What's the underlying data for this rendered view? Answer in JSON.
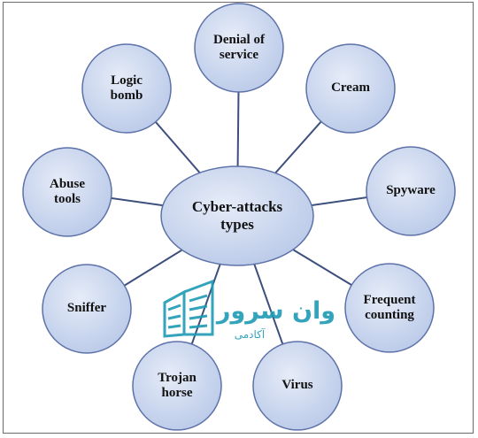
{
  "diagram": {
    "center": {
      "label": "Cyber-attacks\ntypes"
    },
    "nodes": [
      {
        "id": "denial-of-service",
        "label": "Denial of\nservice"
      },
      {
        "id": "cream",
        "label": "Cream"
      },
      {
        "id": "spyware",
        "label": "Spyware"
      },
      {
        "id": "frequent-counting",
        "label": "Frequent\ncounting"
      },
      {
        "id": "virus",
        "label": "Virus"
      },
      {
        "id": "trojan-horse",
        "label": "Trojan\nhorse"
      },
      {
        "id": "sniffer",
        "label": "Sniffer"
      },
      {
        "id": "abuse-tools",
        "label": "Abuse\ntools"
      },
      {
        "id": "logic-bomb",
        "label": "Logic\nbomb"
      }
    ],
    "colors": {
      "node_fill": "#c9d6ef",
      "node_stroke": "#5d72a8",
      "edge": "#3d4f7d",
      "watermark": "#1e9bb4"
    }
  },
  "watermark": {
    "brand_text": "وان سرور",
    "sub_text": "آکادمی"
  }
}
